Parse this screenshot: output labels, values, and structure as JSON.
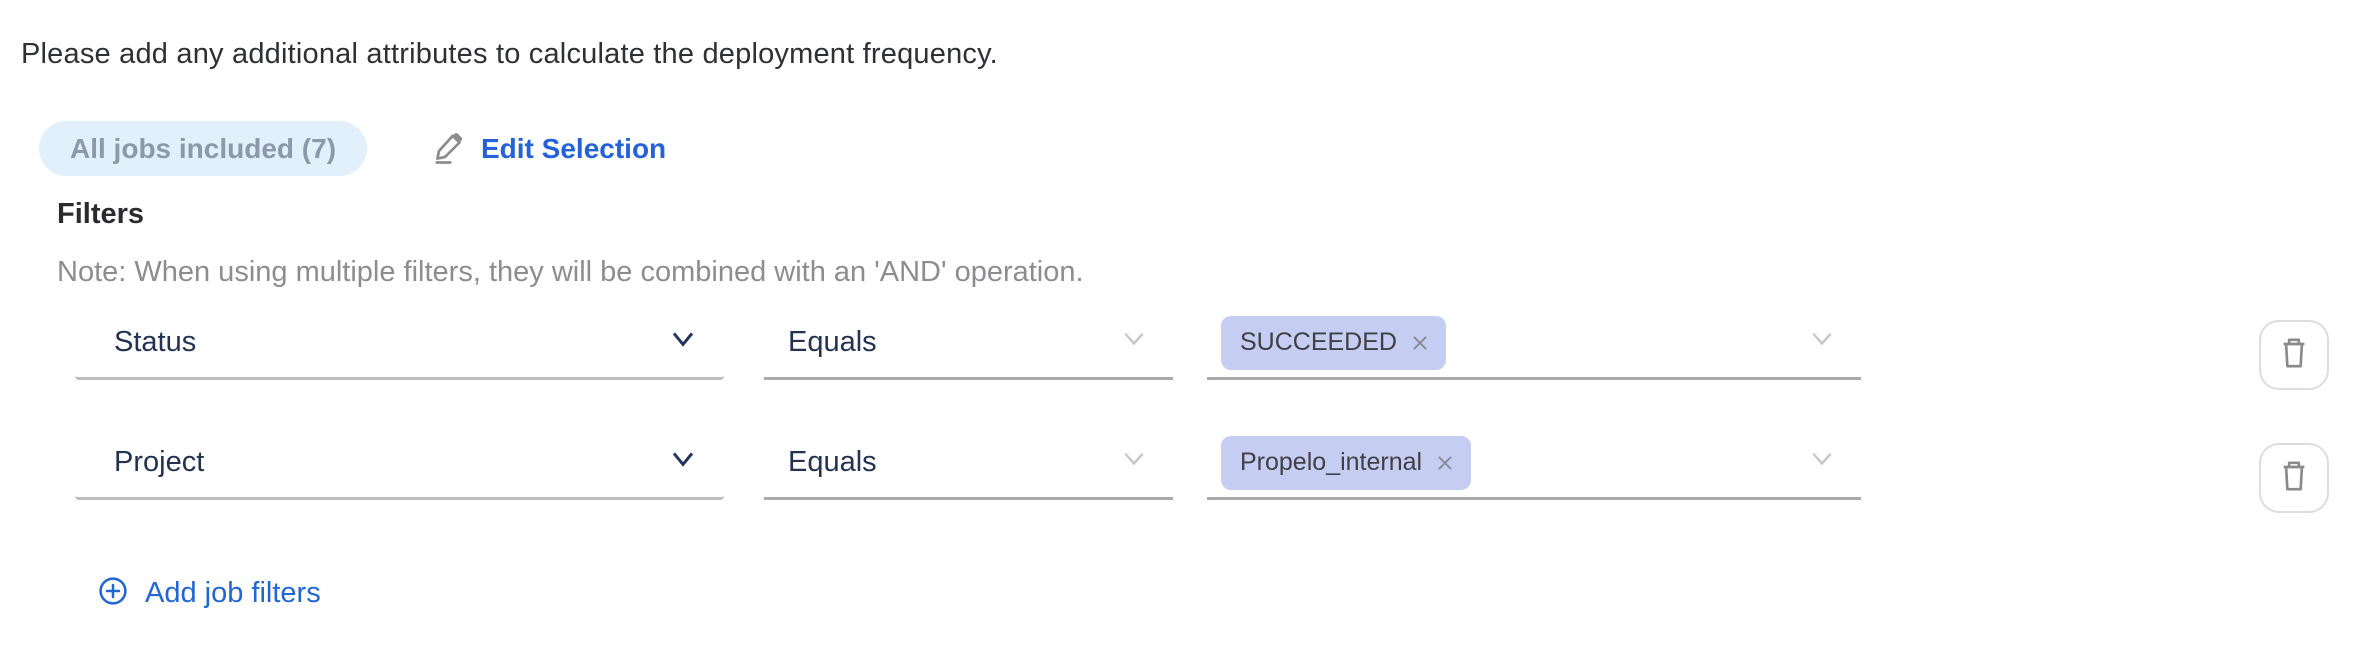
{
  "intro": {
    "text": "Please add any additional attributes to calculate the deployment frequency."
  },
  "jobs": {
    "badge_label": "All jobs included (7)",
    "edit_label": "Edit Selection"
  },
  "filters": {
    "heading": "Filters",
    "note": "Note: When using multiple filters, they will be combined with an 'AND' operation.",
    "rows": [
      {
        "attribute": "Status",
        "operator": "Equals",
        "values": {
          "0": "SUCCEEDED"
        }
      },
      {
        "attribute": "Project",
        "operator": "Equals",
        "values": {
          "0": "Propelo_internal"
        }
      }
    ],
    "add_label": "Add job filters"
  },
  "colors": {
    "accent_blue": "#2462db",
    "badge_bg": "#e1f0fb",
    "badge_text": "#8d98a8",
    "tag_bg": "#c5cdf2",
    "select_text": "#243252",
    "note_gray": "#8d8d90"
  }
}
